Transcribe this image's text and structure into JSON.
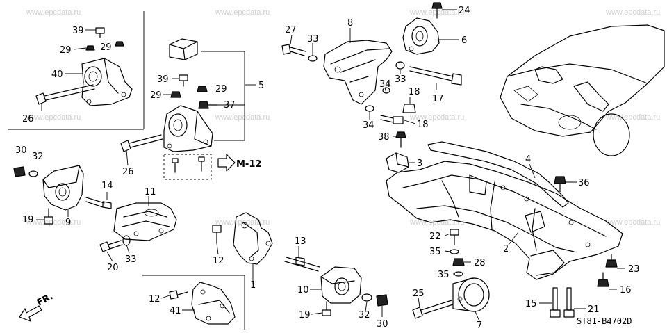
{
  "watermark": "www.epcdata.ru",
  "diagram_code": "ST81-B4702D",
  "front_arrow_label": "FR.",
  "reference_label": "M-12",
  "callouts": {
    "c39a": "39",
    "c29a": "29",
    "c29b": "29",
    "c40": "40",
    "c26a": "26",
    "c30a": "30",
    "c32a": "32",
    "c9": "9",
    "c19a": "19",
    "c14": "14",
    "c11": "11",
    "c20": "20",
    "c33a": "33",
    "c39b": "39",
    "c29c": "29",
    "c29d": "29",
    "c37": "37",
    "c5": "5",
    "c26b": "26",
    "c27": "27",
    "c33b": "33",
    "c8": "8",
    "c24": "24",
    "c6": "6",
    "c33c": "33",
    "c34a": "34",
    "c18a": "18",
    "c17": "17",
    "c34b": "34",
    "c18b": "18",
    "c38": "38",
    "c3": "3",
    "c4": "4",
    "c36": "36",
    "c22": "22",
    "c35a": "35",
    "c28": "28",
    "c35b": "35",
    "c2": "2",
    "c23": "23",
    "c16": "16",
    "c15": "15",
    "c21": "21",
    "c7": "7",
    "c25": "25",
    "c12a": "12",
    "c1": "1",
    "c13": "13",
    "c10": "10",
    "c19b": "19",
    "c32b": "32",
    "c30b": "30",
    "c12b": "12",
    "c41": "41"
  }
}
